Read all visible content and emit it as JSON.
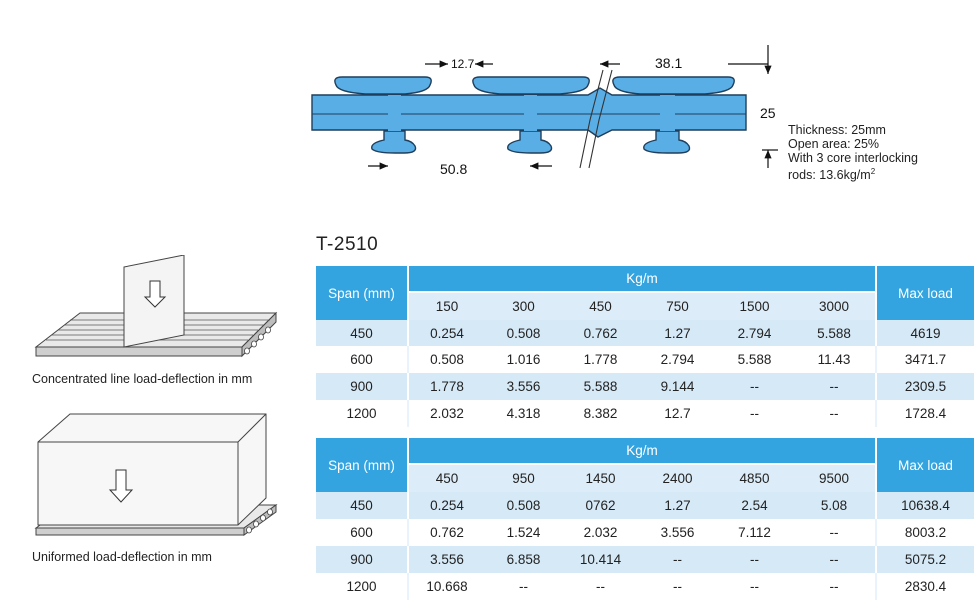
{
  "diagram": {
    "dim_pitch_top": "12.7",
    "dim_width_top": "38.1",
    "dim_thickness": "25",
    "dim_pitch_bottom": "50.8"
  },
  "specs": {
    "thickness": "Thickness: 25mm",
    "open_area": "Open area: 25%",
    "rods_line1": "With 3 core interlocking",
    "rods_line2": "rods: 13.6kg/m",
    "rods_sup": "2"
  },
  "captions": {
    "line_load": "Concentrated line load-deflection in mm",
    "uniform_load": "Uniformed load-deflection in mm"
  },
  "product_title": "T-2510",
  "tables": [
    {
      "span_header": "Span (mm)",
      "kg_header": "Kg/m",
      "max_header": "Max load",
      "kg_columns": [
        "150",
        "300",
        "450",
        "750",
        "1500",
        "3000"
      ],
      "rows": [
        {
          "span": "450",
          "values": [
            "0.254",
            "0.508",
            "0.762",
            "1.27",
            "2.794",
            "5.588"
          ],
          "max": "4619"
        },
        {
          "span": "600",
          "values": [
            "0.508",
            "1.016",
            "1.778",
            "2.794",
            "5.588",
            "11.43"
          ],
          "max": "3471.7"
        },
        {
          "span": "900",
          "values": [
            "1.778",
            "3.556",
            "5.588",
            "9.144",
            "--",
            "--"
          ],
          "max": "2309.5"
        },
        {
          "span": "1200",
          "values": [
            "2.032",
            "4.318",
            "8.382",
            "12.7",
            "--",
            "--"
          ],
          "max": "1728.4"
        }
      ]
    },
    {
      "span_header": "Span (mm)",
      "kg_header": "Kg/m",
      "max_header": "Max load",
      "kg_columns": [
        "450",
        "950",
        "1450",
        "2400",
        "4850",
        "9500"
      ],
      "rows": [
        {
          "span": "450",
          "values": [
            "0.254",
            "0.508",
            "0762",
            "1.27",
            "2.54",
            "5.08"
          ],
          "max": "10638.4"
        },
        {
          "span": "600",
          "values": [
            "0.762",
            "1.524",
            "2.032",
            "3.556",
            "7.112",
            "--"
          ],
          "max": "8003.2"
        },
        {
          "span": "900",
          "values": [
            "3.556",
            "6.858",
            "10.414",
            "--",
            "--",
            "--"
          ],
          "max": "5075.2"
        },
        {
          "span": "1200",
          "values": [
            "10.668",
            "--",
            "--",
            "--",
            "--",
            "--"
          ],
          "max": "2830.4"
        }
      ]
    }
  ],
  "colors": {
    "header_blue": "#33a4df",
    "row_blue": "#d6e9f7",
    "profile_fill": "#5aaee6",
    "profile_stroke": "#1f3f5c"
  }
}
